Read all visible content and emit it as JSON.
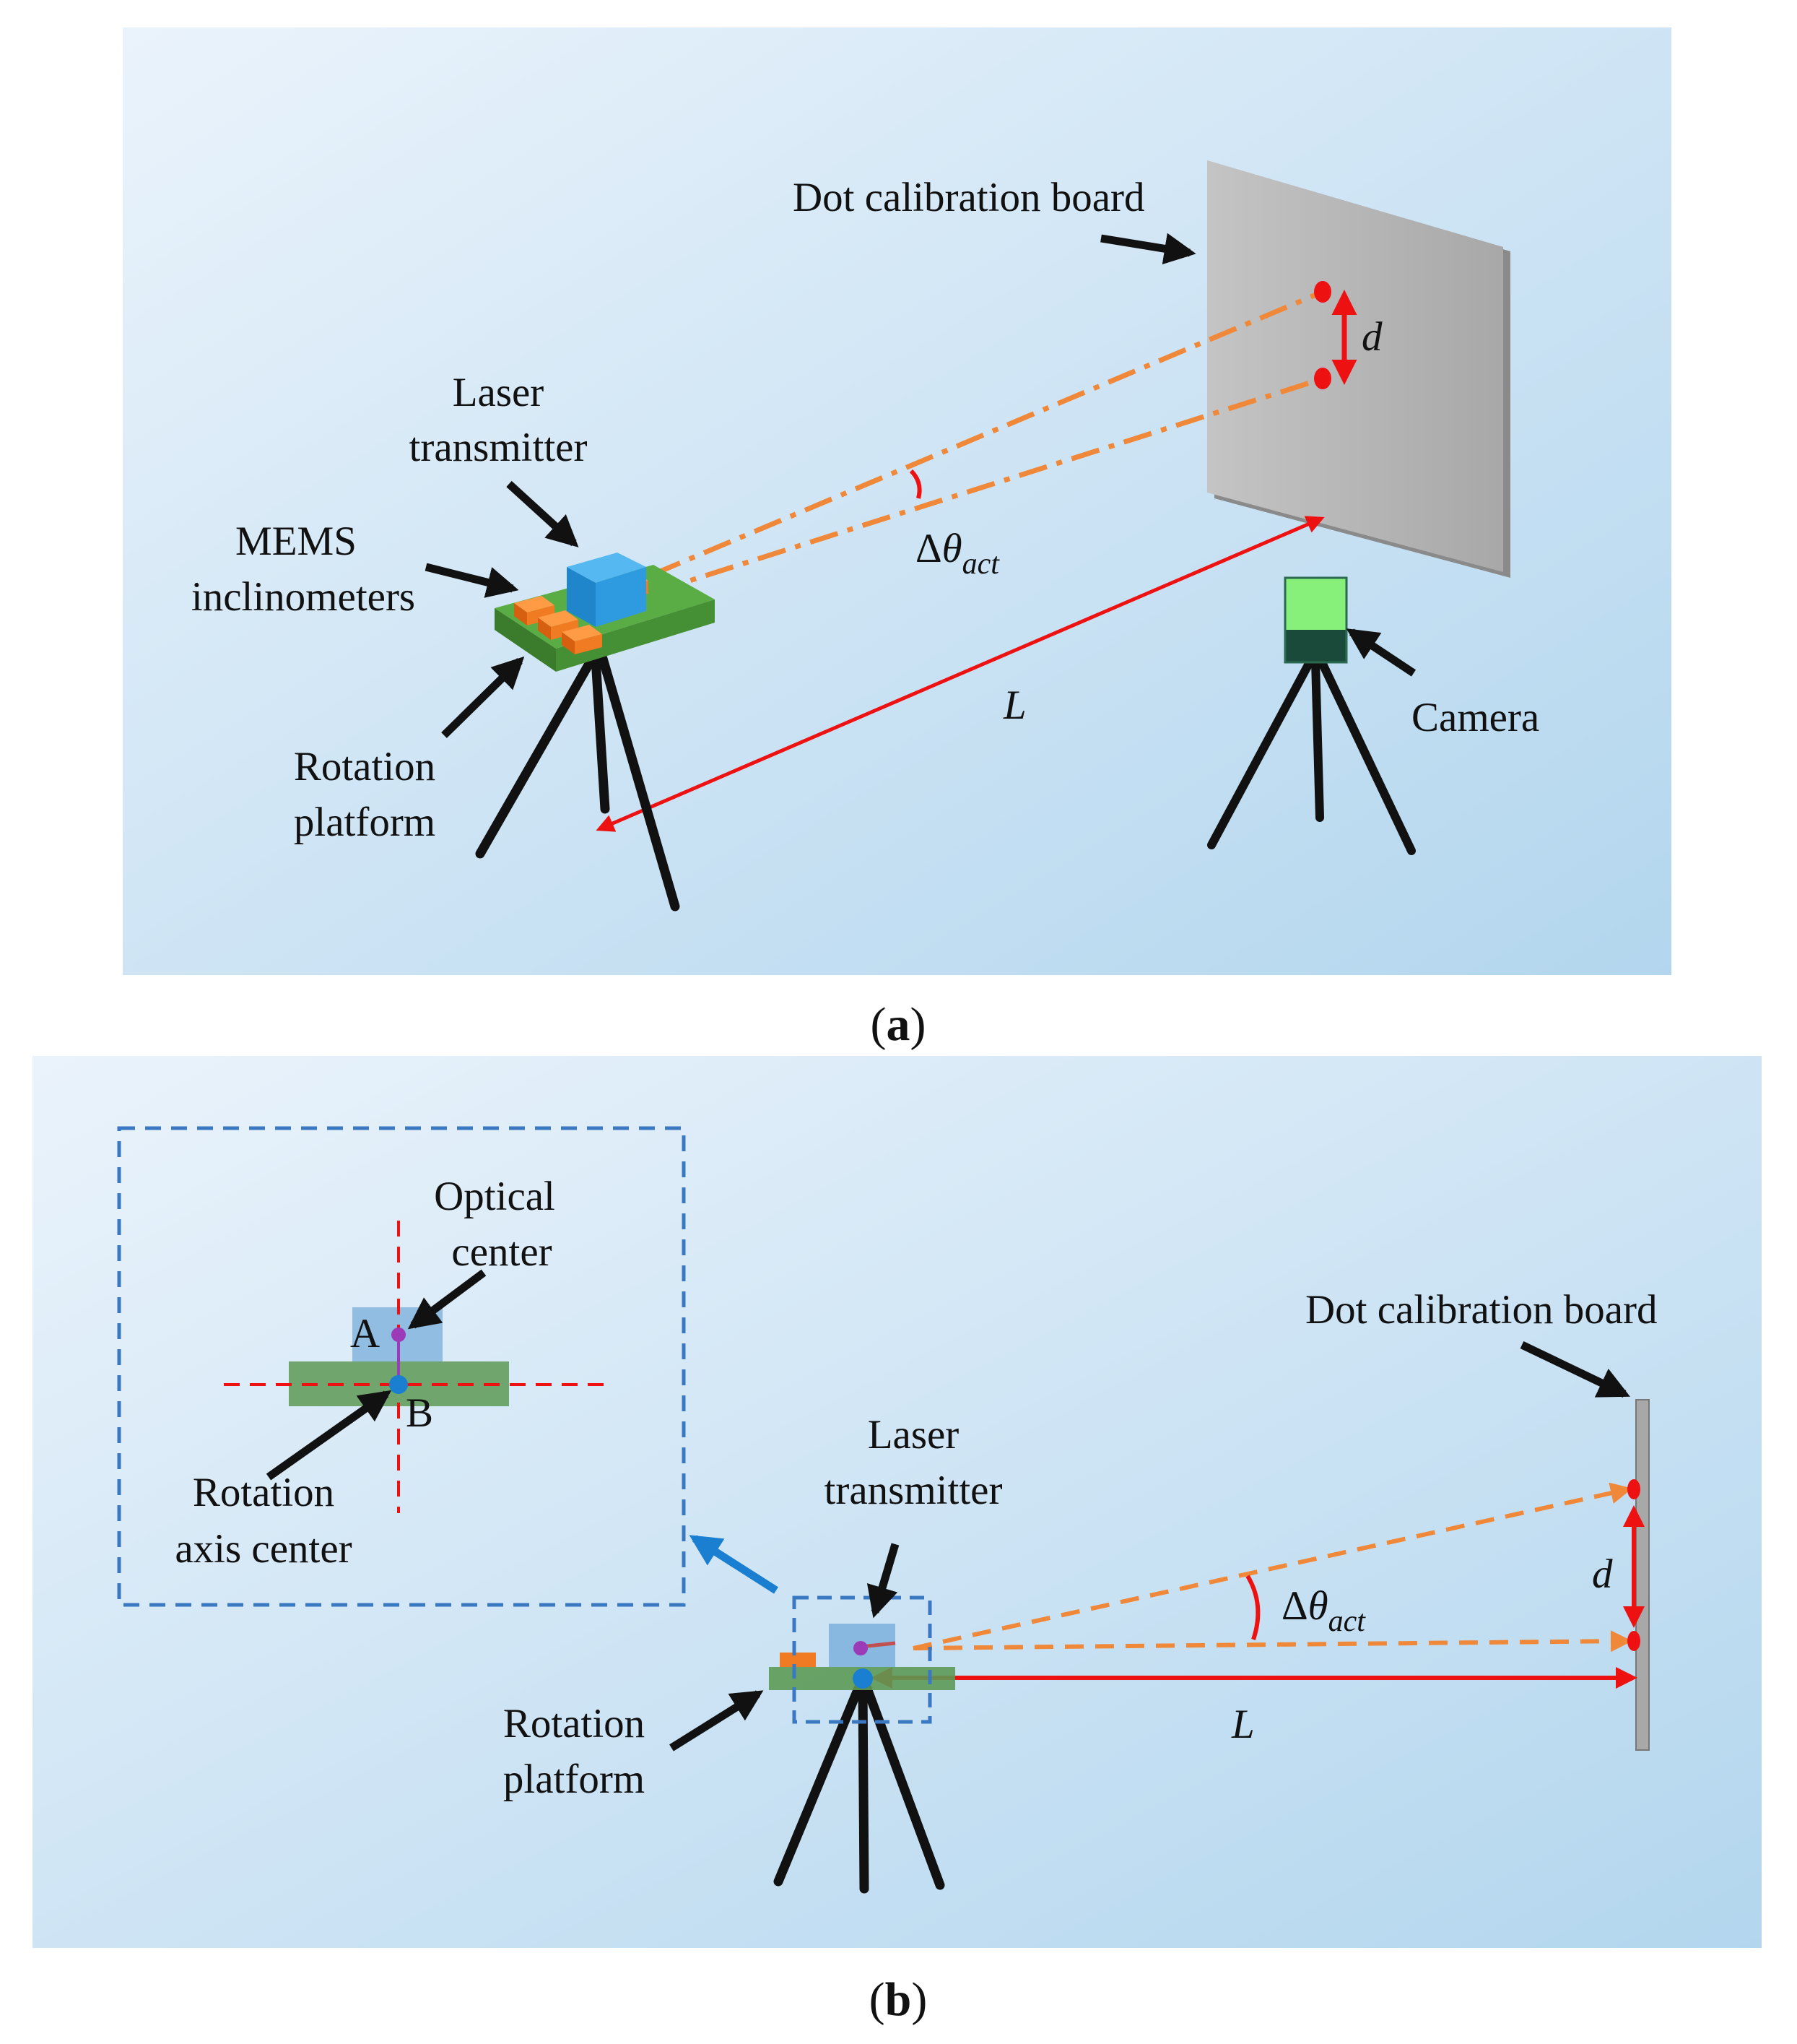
{
  "colors": {
    "panel_light": "#eaf3fb",
    "panel_dark": "#b3d6ee",
    "laser_beam": "#f0883a",
    "measure_red": "#ee1111",
    "laser_box": "#2e9be0",
    "platform_green": "#4e9e3c",
    "inclinometer_orange": "#f07b22",
    "board_gray": "#b8b8b8",
    "camera_green": "#86f07a",
    "zoom_arrow": "#1a7fd0",
    "inset_border": "#3a78c2"
  },
  "icons": {
    "pointer": "arrow-icon",
    "tripod": "tripod-icon",
    "laser": "laser-transmitter-icon",
    "camera": "camera-icon",
    "board": "calibration-board-icon"
  },
  "panel_a": {
    "board_label": "Dot calibration board",
    "laser_label_line1": "Laser",
    "laser_label_line2": "transmitter",
    "mems_label_line1": "MEMS",
    "mems_label_line2": "inclinometers",
    "platform_label_line1": "Rotation",
    "platform_label_line2": "platform",
    "camera_label": "Camera",
    "distance_symbol": "L",
    "spot_distance_symbol": "d",
    "angle_delta": "Δ",
    "angle_theta": "θ",
    "angle_subscript": "act",
    "caption_open": "(",
    "caption_letter": "a",
    "caption_close": ")"
  },
  "panel_b": {
    "optical_label_line1": "Optical",
    "optical_label_line2": "center",
    "point_a": "A",
    "point_b": "B",
    "axis_label_line1": "Rotation",
    "axis_label_line2": "axis center",
    "laser_label_line1": "Laser",
    "laser_label_line2": "transmitter",
    "board_label": "Dot calibration board",
    "platform_label_line1": "Rotation",
    "platform_label_line2": "platform",
    "distance_symbol": "L",
    "spot_distance_symbol": "d",
    "angle_delta": "Δ",
    "angle_theta": "θ",
    "angle_subscript": "act",
    "caption_open": "(",
    "caption_letter": "b",
    "caption_close": ")"
  }
}
